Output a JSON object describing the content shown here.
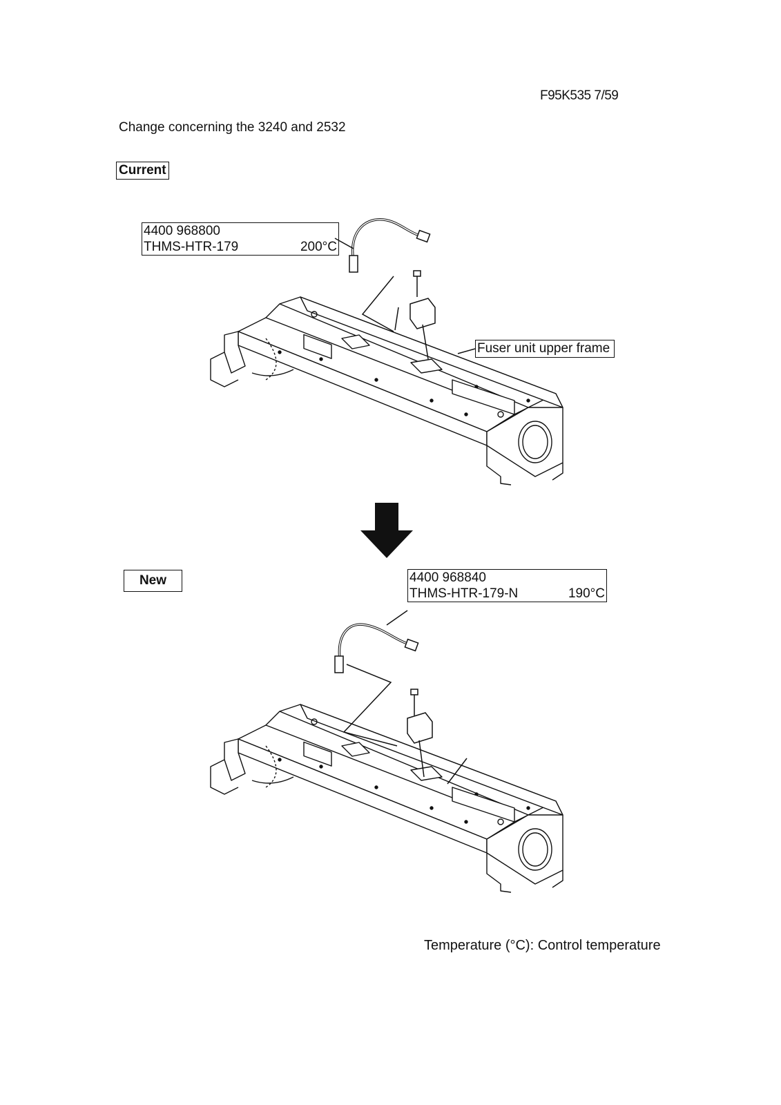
{
  "doc_id": "F95K535  7/59",
  "heading": "Change concerning the 3240 and 2532",
  "current": {
    "tag": "Current",
    "part_number": "4400 968800",
    "part_name": "THMS-HTR-179",
    "temperature": "200°C",
    "frame_label": "Fuser unit upper frame"
  },
  "new": {
    "tag": "New",
    "part_number": "4400 968840",
    "part_name": "THMS-HTR-179-N",
    "temperature": "190°C"
  },
  "footnote": "Temperature (°C): Control temperature"
}
